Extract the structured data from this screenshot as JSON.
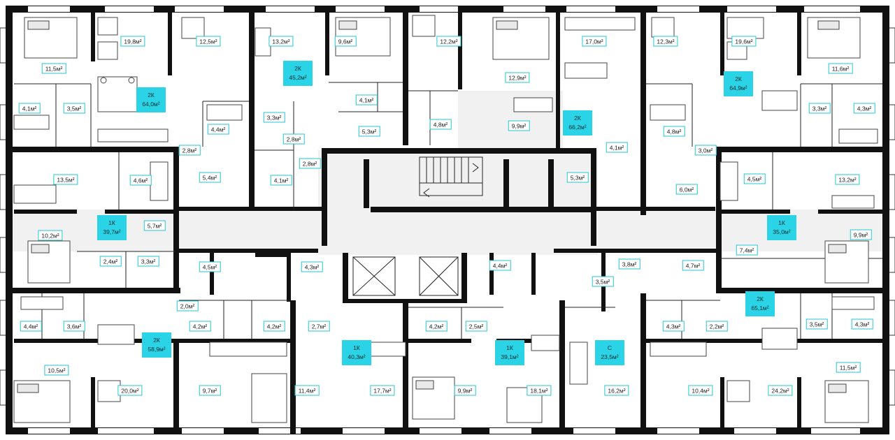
{
  "colors": {
    "accent": "#2ad4e6",
    "label_border": "#27c6d6",
    "walls": "#111111"
  },
  "apartments": [
    {
      "type": "2К",
      "area": "64,0м²"
    },
    {
      "type": "2К",
      "area": "45,2м²"
    },
    {
      "type": "2К",
      "area": "66,2м²"
    },
    {
      "type": "2К",
      "area": "64,9м²"
    },
    {
      "type": "1К",
      "area": "39,7м²"
    },
    {
      "type": "1К",
      "area": "35,0м²"
    },
    {
      "type": "2К",
      "area": "58,9м²"
    },
    {
      "type": "1К",
      "area": "40,3м²"
    },
    {
      "type": "1К",
      "area": "39,1м²"
    },
    {
      "type": "С",
      "area": "23,5м²"
    },
    {
      "type": "2К",
      "area": "65,1м²"
    }
  ],
  "rooms": [
    "11,5м²",
    "19,8м²",
    "12,5м²",
    "4,1м²",
    "3,5м²",
    "2,8м²",
    "4,4м²",
    "5,4м²",
    "13,2м²",
    "9,6м²",
    "3,3м²",
    "2,8м²",
    "2,8м²",
    "4,1м²",
    "4,1м²",
    "5,3м²",
    "12,2м²",
    "12,9м²",
    "4,8м²",
    "9,9м²",
    "5,3м²",
    "17,0м²",
    "4,1м²",
    "12,3м²",
    "19,6м²",
    "11,6м²",
    "4,8м²",
    "3,0м²",
    "3,3м²",
    "4,3м²",
    "6,0м²",
    "4,5м²",
    "13,2м²",
    "13,5м²",
    "4,6м²",
    "10,2м²",
    "5,7м²",
    "2,4м²",
    "3,3м²",
    "4,5м²",
    "4,3м²",
    "4,4м²",
    "3,8м²",
    "3,5м²",
    "4,7м²",
    "7,4м²",
    "9,9м²",
    "2,0м²",
    "4,4м²",
    "3,6м²",
    "4,2м²",
    "4,2м²",
    "2,7м²",
    "4,2м²",
    "2,5м²",
    "4,3м²",
    "2,2м²",
    "3,5м²",
    "4,3м²",
    "10,5м²",
    "20,0м²",
    "9,7м²",
    "11,4м²",
    "17,7м²",
    "9,9м²",
    "18,1м²",
    "16,2м²",
    "10,4м²",
    "24,2м²",
    "11,5м²"
  ]
}
